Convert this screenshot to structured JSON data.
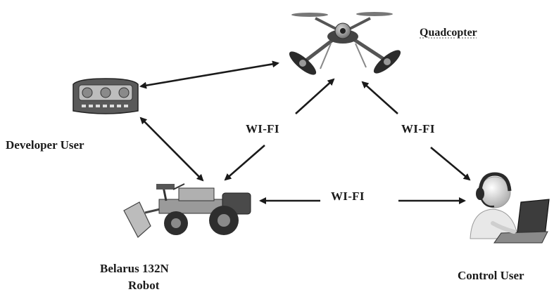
{
  "nodes": {
    "quadcopter": {
      "label": "Quadcopter"
    },
    "developer": {
      "label": "Developer User"
    },
    "robot": {
      "label_line1": "Belarus 132N",
      "label_line2": "Robot"
    },
    "control": {
      "label": "Control User"
    }
  },
  "links": {
    "quad_robot": "WI-FI",
    "quad_control": "WI-FI",
    "robot_control": "WI-FI"
  },
  "colors": {
    "ink": "#1a1a1a",
    "gray": "#8a8a8a",
    "dark": "#3a3a3a"
  }
}
